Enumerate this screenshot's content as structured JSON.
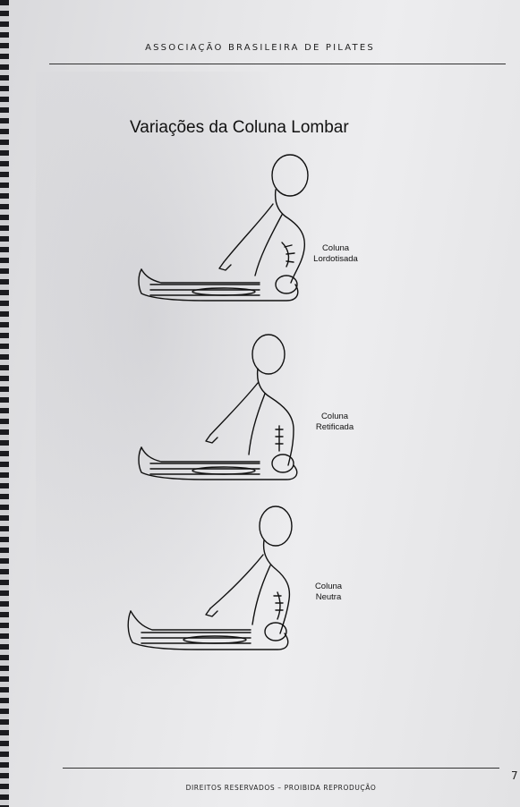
{
  "header": {
    "title": "ASSOCIAÇÃO BRASILEIRA DE PILATES"
  },
  "main": {
    "title": "Variações da Coluna Lombar",
    "figures": [
      {
        "label_line1": "Coluna",
        "label_line2": "Lordotisada"
      },
      {
        "label_line1": "Coluna",
        "label_line2": "Retificada"
      },
      {
        "label_line1": "Coluna",
        "label_line2": "Neutra"
      }
    ]
  },
  "footer": {
    "text": "DIREITOS RESERVADOS – PROIBIDA REPRODUÇÃO",
    "page_number": "7"
  }
}
